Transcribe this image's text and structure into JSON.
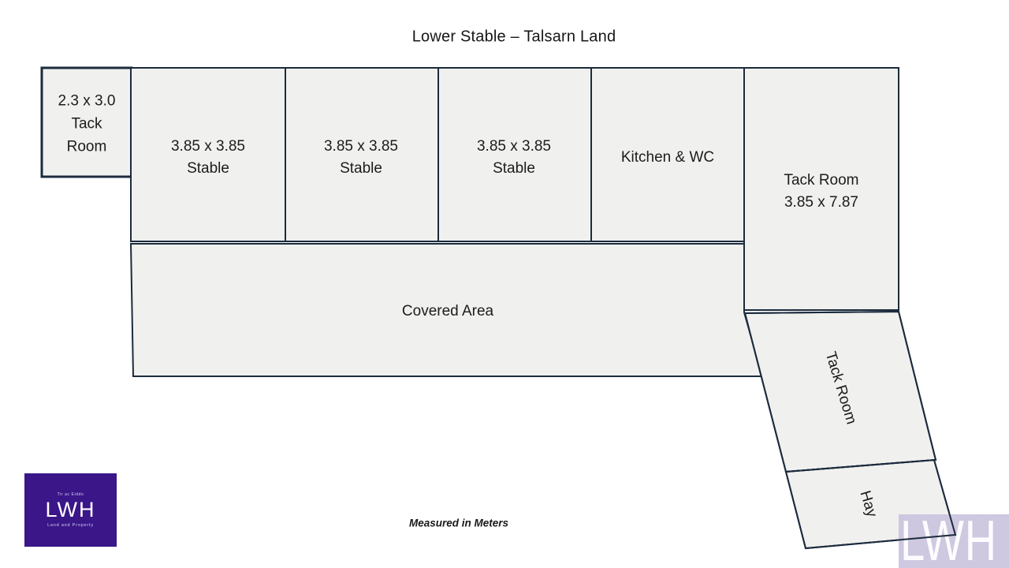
{
  "title": "Lower Stable – Talsarn Land",
  "note": "Measured in Meters",
  "colors": {
    "room_fill": "#f0f0ee",
    "room_border": "#1b2b3d",
    "logo_purple": "#3a1688",
    "watermark_lavender": "#d8d2e3",
    "text": "#1c1c1c"
  },
  "rooms": {
    "tack_small": {
      "line1": "2.3 x 3.0",
      "line2": "Tack",
      "line3": "Room"
    },
    "stable_1": {
      "line1": "3.85 x 3.85",
      "line2": "Stable"
    },
    "stable_2": {
      "line1": "3.85 x 3.85",
      "line2": "Stable"
    },
    "stable_3": {
      "line1": "3.85 x 3.85",
      "line2": "Stable"
    },
    "kitchen": {
      "label": "Kitchen & WC"
    },
    "tack_tall": {
      "line1": "Tack Room",
      "line2": "3.85 x 7.87"
    },
    "covered": {
      "label": "Covered Area"
    },
    "tack_skew": {
      "label": "Tack Room"
    },
    "hay": {
      "label": "Hay"
    }
  },
  "logo": {
    "tagline_top": "Tir ac Eiddo",
    "initials": "LWH",
    "tagline_bottom": "Land and Property"
  },
  "watermark": {
    "initials": "LWH"
  }
}
